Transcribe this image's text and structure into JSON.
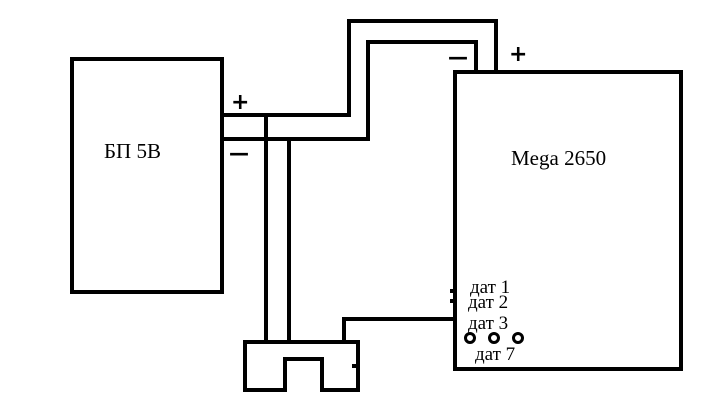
{
  "power_supply": {
    "label": "БП 5В",
    "plus_sign": "+",
    "minus_sign": "—"
  },
  "board": {
    "label": "Mega 2650",
    "plus_sign": "+",
    "minus_sign": "—",
    "sensor_labels": [
      "дат 1",
      "дат 2",
      "дат 3",
      "дат 7"
    ]
  },
  "colors": {
    "line": "#000000",
    "background": "#ffffff"
  }
}
